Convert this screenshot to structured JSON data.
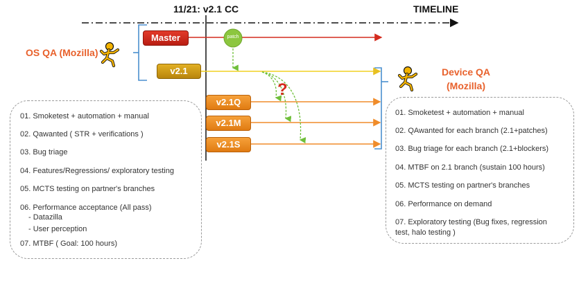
{
  "header": {
    "cc_label": "11/21: v2.1 CC",
    "timeline_label": "TIMELINE"
  },
  "os_qa": {
    "label_line1": "OS QA (Mozilla)",
    "items": [
      "01. Smoketest + automation + manual",
      "02. Qawanted ( STR + verifications )",
      "03. Bug triage",
      "04. Features/Regressions/ exploratory testing",
      "05. MCTS testing on partner's branches",
      "06. Performance acceptance (All pass)",
      "07. MTBF ( Goal: 100 hours)"
    ],
    "subitems": [
      "- Datazilla",
      "- User perception"
    ]
  },
  "device_qa": {
    "label_line1": "Device QA",
    "label_line2": "(Mozilla)",
    "items": [
      "01. Smoketest + automation + manual",
      "02. QAwanted for each branch (2.1+patches)",
      "03. Bug triage for each branch (2.1+blockers)",
      "04. MTBF on 2.1 branch (sustain 100 hours)",
      "05. MCTS testing on partner's branches",
      "06. Performance on demand",
      "07. Exploratory testing (Bug fixes, regression",
      "test, halo testing )"
    ]
  },
  "branches": {
    "master": "Master",
    "v21": "v2.1",
    "v21q": "v2.1Q",
    "v21m": "v2.1M",
    "v21s": "v2.1S"
  },
  "patch_label": "patch",
  "question_mark": "?",
  "colors": {
    "team_label": "#e8612c",
    "master": "#d42b1e",
    "v21": "#f0d020",
    "branch_orange": "#f08c2a",
    "patch_green": "#8cc63f",
    "merge_dashed": "#6fbf3a",
    "question": "#d42b1e",
    "aim_figure": "#f5b400",
    "bracket": "#4a8fcf"
  }
}
